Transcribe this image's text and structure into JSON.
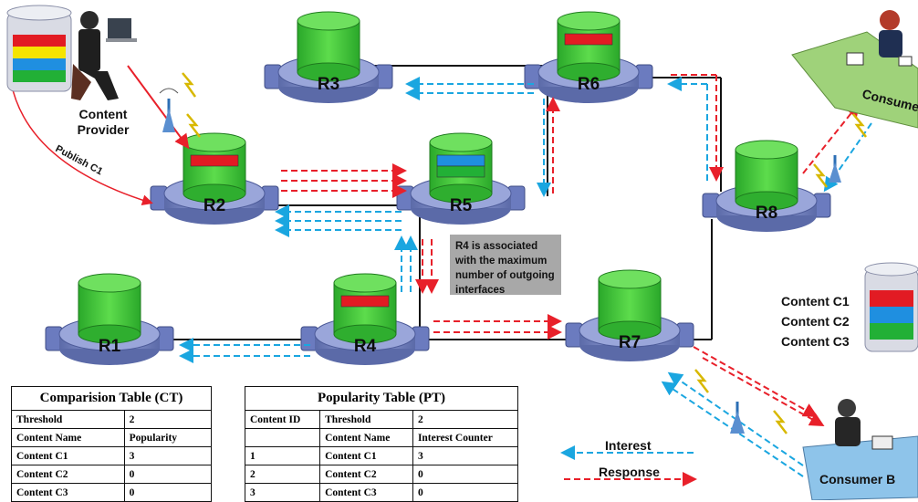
{
  "colors": {
    "interest": "#1aa6e0",
    "response": "#e8202a",
    "cache_green": "#39c437",
    "router_blue": "#7f8fc9"
  },
  "routers": [
    "R1",
    "R2",
    "R3",
    "R4",
    "R5",
    "R6",
    "R7",
    "R8"
  ],
  "provider_label_line1": "Content",
  "provider_label_line2": "Provider",
  "publish_label": "Publish C1",
  "consumer_a": "Consumer A",
  "consumer_b": "Consumer B",
  "note_text": "R4 is associated with the maximum number of outgoing interfaces",
  "content_list": [
    "Content C1",
    "Content C2",
    "Content C3"
  ],
  "legend": {
    "interest": "Interest",
    "response": "Response"
  },
  "ct": {
    "title": "Comparision Table (CT)",
    "rows": [
      [
        "Threshold",
        "2"
      ],
      [
        "Content Name",
        "Popularity"
      ],
      [
        "Content C1",
        "3"
      ],
      [
        "Content C2",
        "0"
      ],
      [
        "Content C3",
        "0"
      ]
    ]
  },
  "pt": {
    "title": "Popularity Table (PT)",
    "rows": [
      [
        "Content ID",
        "Threshold",
        "2"
      ],
      [
        "",
        "Content Name",
        "Interest Counter"
      ],
      [
        "1",
        "Content C1",
        "3"
      ],
      [
        "2",
        "Content C2",
        "0"
      ],
      [
        "3",
        "Content C3",
        "0"
      ]
    ]
  }
}
